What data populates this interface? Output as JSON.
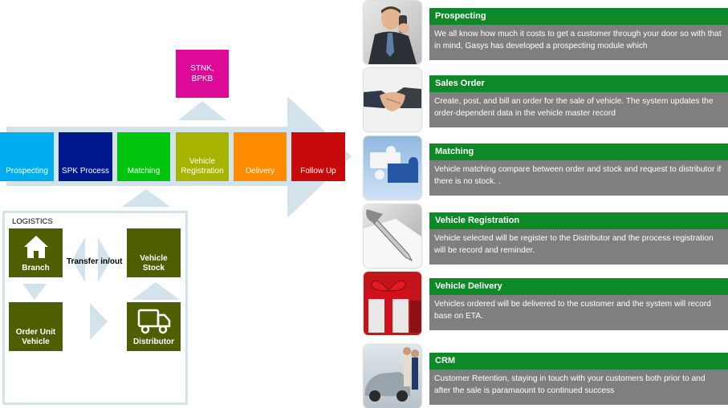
{
  "process_steps": [
    {
      "label": "Prospecting",
      "color": "#00aeef"
    },
    {
      "label": "SPK Process",
      "color": "#00188e"
    },
    {
      "label": "Matching",
      "color": "#00c40e"
    },
    {
      "label": "Vehicle Registration",
      "color": "#a6b300"
    },
    {
      "label": "Delivery",
      "color": "#ff8c00"
    },
    {
      "label": "Follow Up",
      "color": "#c90a0a"
    }
  ],
  "stnk_box": {
    "label": "STNK, BPKB",
    "color": "#dd0a97"
  },
  "logistics": {
    "title": "LOGISTICS",
    "branch": "Branch",
    "vehicle_stock": "Vehicle Stock",
    "transfer": "Transfer in/out",
    "order_unit": "Order Unit Vehicle",
    "distributor": "Distributor"
  },
  "cards": [
    {
      "title": "Prospecting",
      "body": "We all know how much it costs to get a customer through your door so with that in mind, Gasys has developed a prospecting module which",
      "image": "businessman-phone-photo"
    },
    {
      "title": "Sales Order",
      "body": "Create, post, and bill an order for the sale of vehicle. The system updates the order-dependent data in the vehicle master record",
      "image": "handshake-photo"
    },
    {
      "title": "Matching",
      "body": "Vehicle matching compare between order and stock and request to distributor if there is no stock. .",
      "image": "puzzle-pieces-photo"
    },
    {
      "title": "Vehicle Registration",
      "body": "Vehicle selected will be register to the Distributor and the process registration will be record and reminder.",
      "image": "pen-signing-photo"
    },
    {
      "title": "Vehicle Delivery",
      "body": "Vehicles ordered will be delivered to the customer and the system will record base on ETA.",
      "image": "gift-box-photo"
    },
    {
      "title": "CRM",
      "body": "Customer Retention, staying in touch with your customers both prior to and after the sale is paramaount to continued success",
      "image": "car-showroom-photo"
    }
  ],
  "colors": {
    "arrow": "#d3e3ec",
    "card_head": "#0d8a27",
    "card_body": "#7f7f7f",
    "olive": "#4d5f00"
  }
}
